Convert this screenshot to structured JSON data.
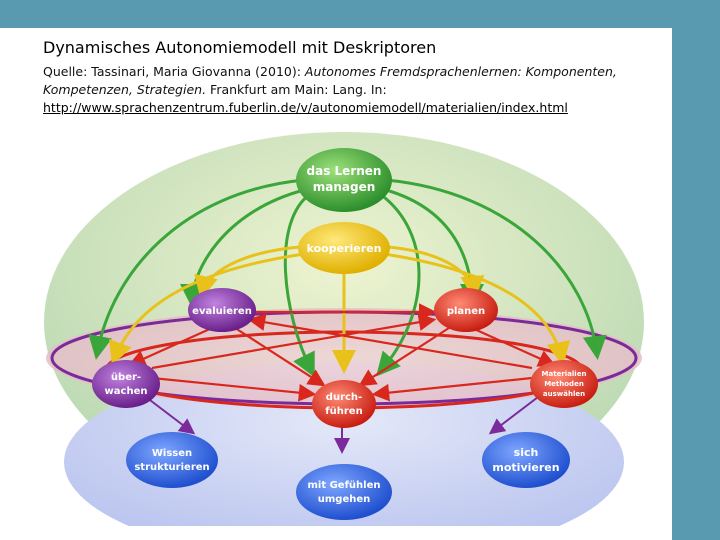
{
  "title": "Dynamisches Autonomiemodell mit Deskriptoren",
  "source": {
    "prefix": "Quelle: Tassinari, Maria Giovanna (2010): ",
    "book": "Autonomes Fremdsprachenlernen: Komponenten, Kompetenzen, Strategien.",
    "suffix": " Frankfurt am Main: Lang.  In:",
    "url": "http://www.sprachenzentrum.fuberlin.de/v/autonomiemodell/materialien/index.html"
  },
  "diagram": {
    "nodes": {
      "managen": [
        "das Lernen",
        "managen"
      ],
      "kooperieren": [
        "kooperieren"
      ],
      "evaluieren": [
        "evaluieren"
      ],
      "planen": [
        "planen"
      ],
      "ueberwachen": [
        "über-",
        "wachen"
      ],
      "durchfuehren": [
        "durch-",
        "führen"
      ],
      "materialien": [
        "Materialien",
        "Methoden",
        "auswählen"
      ],
      "wissen": [
        "Wissen",
        "strukturieren"
      ],
      "gefuehle": [
        "mit Gefühlen",
        "umgehen"
      ],
      "motivieren": [
        "sich",
        "motivieren"
      ]
    },
    "colors": {
      "green": "#3aa63a",
      "yellow": "#e8c21a",
      "red": "#d8281e",
      "purple": "#7b2a9a",
      "blue": "#2c5fd6"
    }
  }
}
